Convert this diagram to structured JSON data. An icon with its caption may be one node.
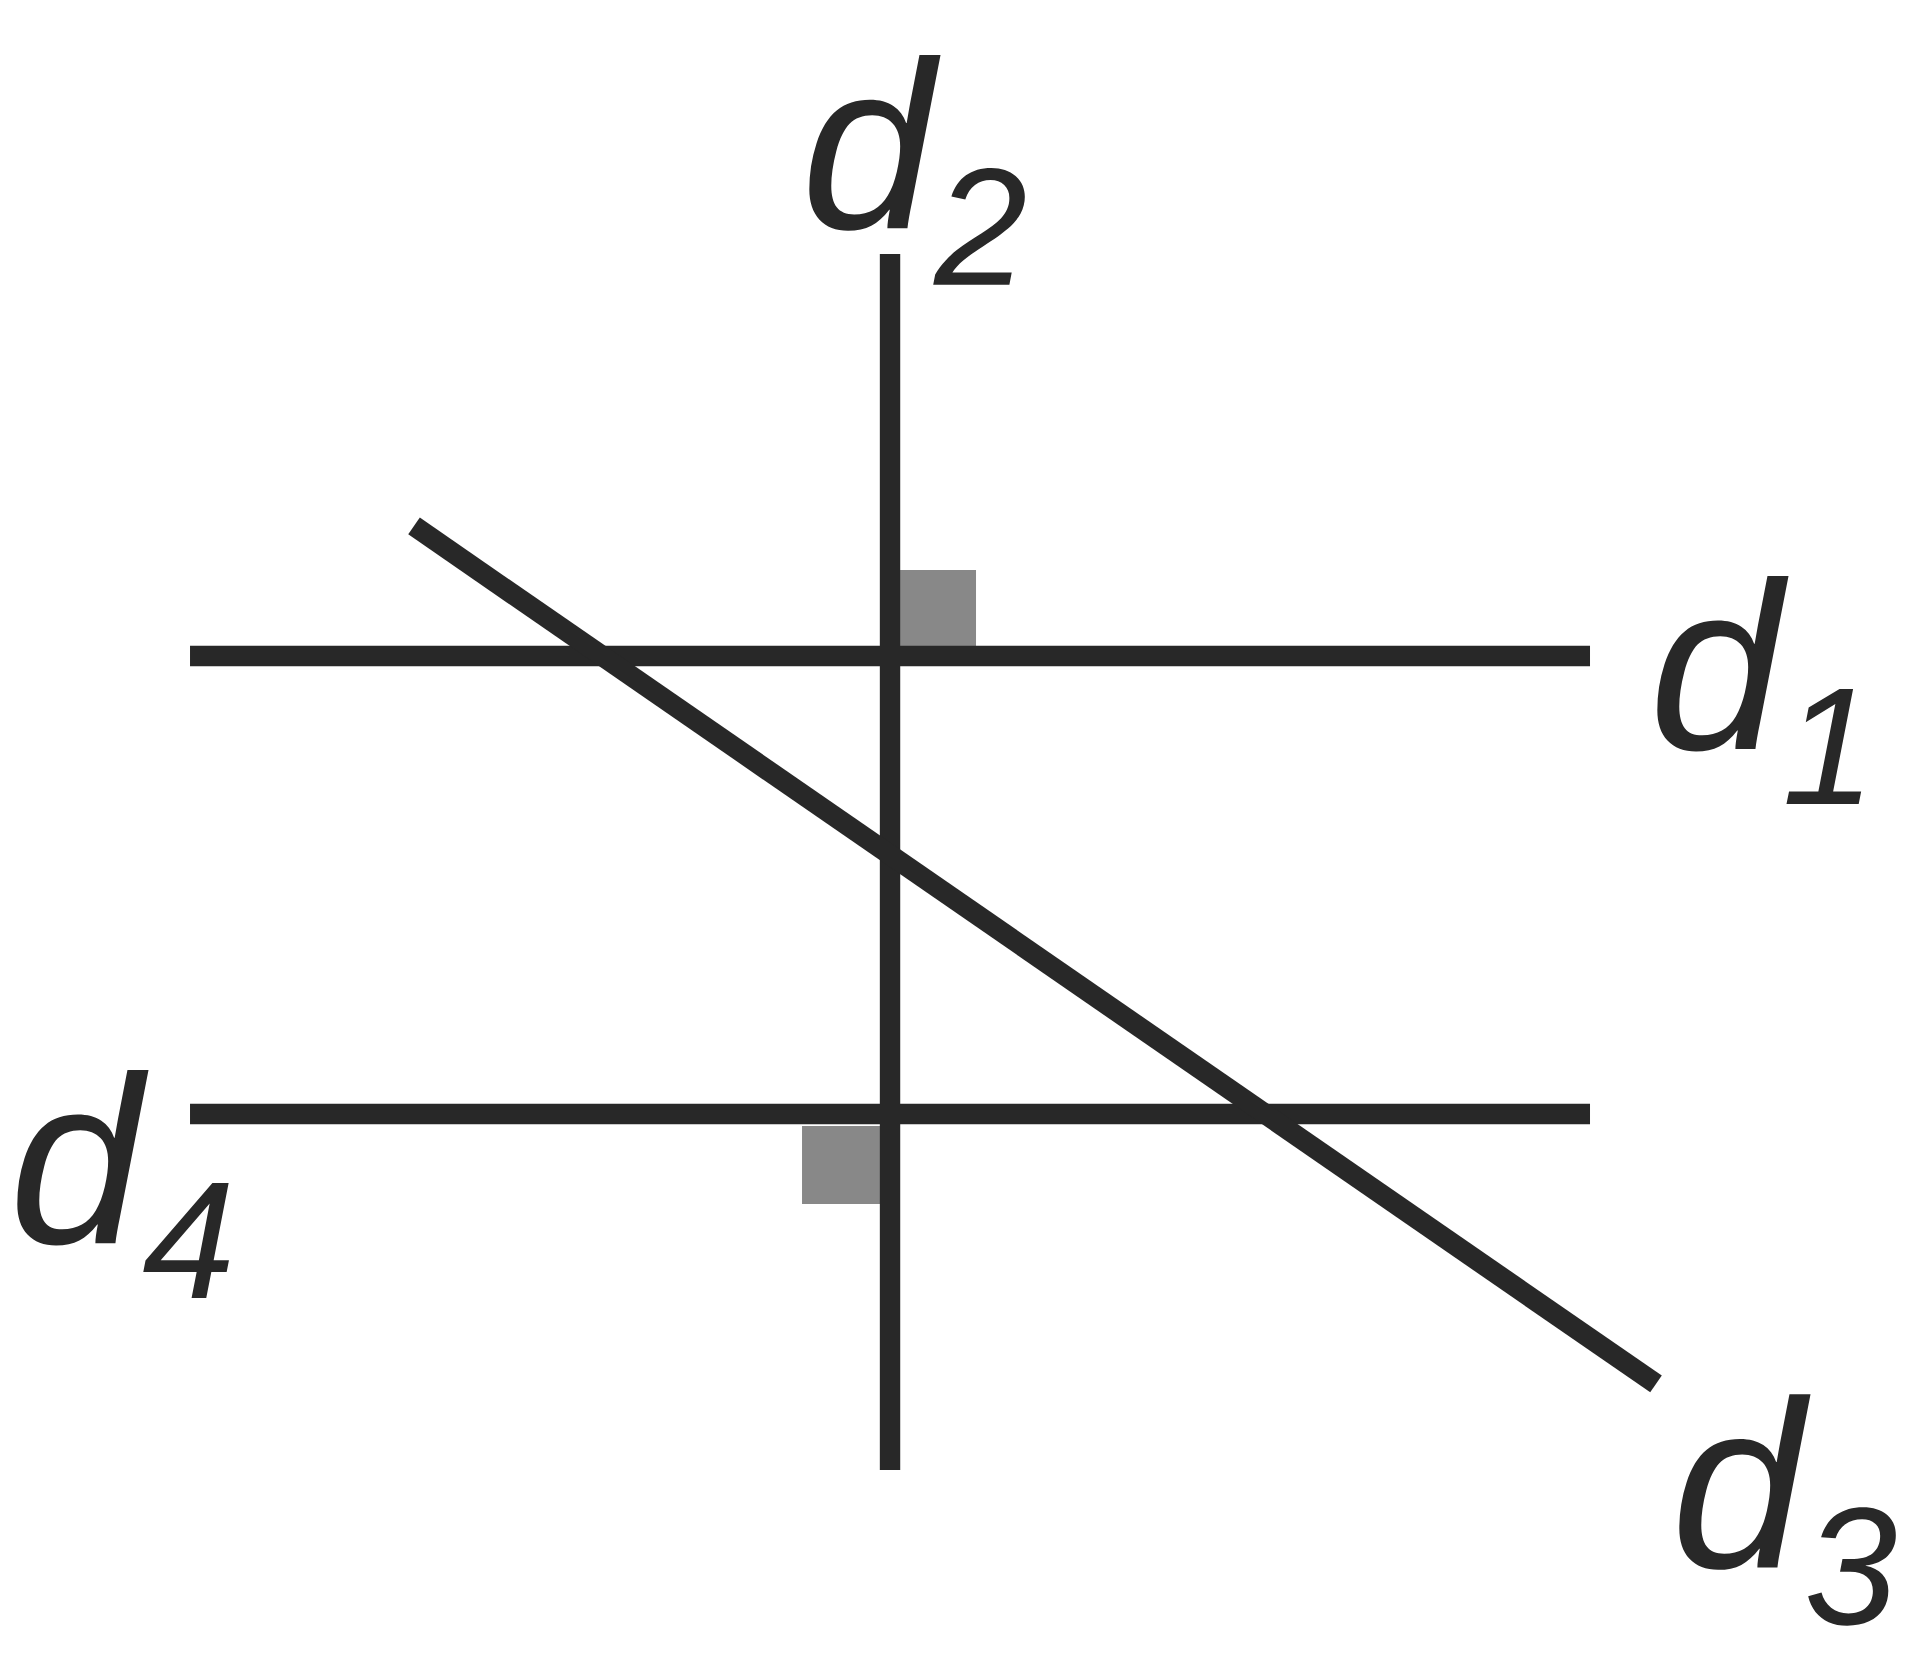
{
  "diagram": {
    "labels": [
      "d$_{2}$",
      "d$_{1}$",
      "d$_{4}$",
      "d$_{3}$"
    ]
  }
}
